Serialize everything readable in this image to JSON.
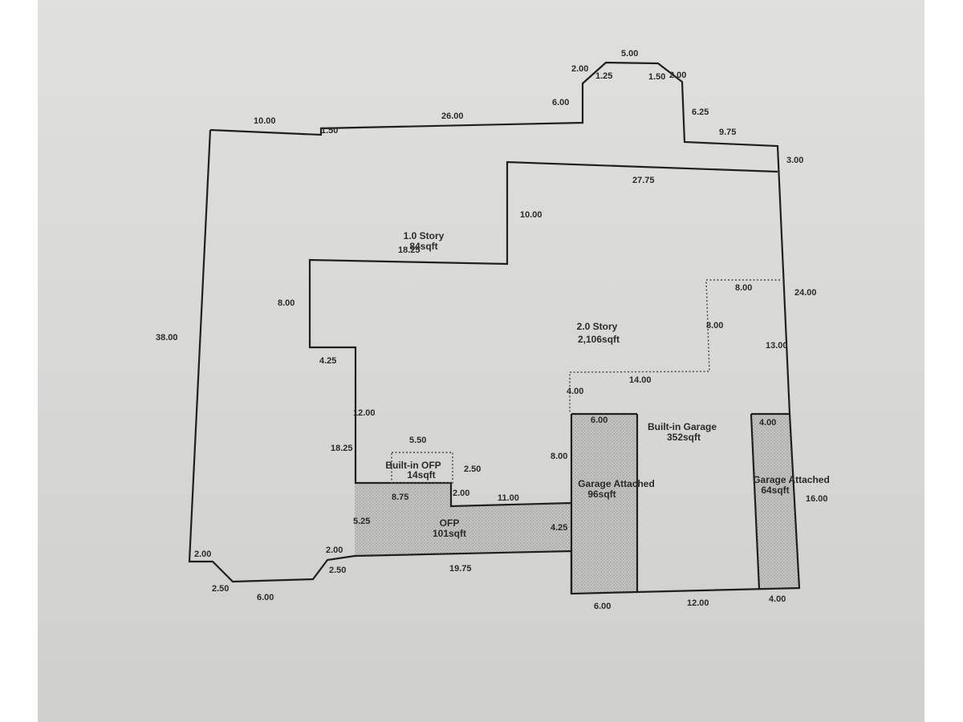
{
  "colors": {
    "paper": "#dcdcd8",
    "line": "#1f1f1f",
    "hatch": "#b5b5b2"
  },
  "dimensions": {
    "top_10": "10.00",
    "top_1_50a": "1.50",
    "top_26": "26.00",
    "top_6": "6.00",
    "bay_2a": "2.00",
    "bay_1_25": "1.25",
    "bay_5": "5.00",
    "bay_1_50b": "1.50",
    "bay_2b": "2.00",
    "right_6_25": "6.25",
    "right_9_75": "9.75",
    "right_3": "3.00",
    "inner_27_75": "27.75",
    "inner_10": "10.00",
    "inner_18_25": "18.25",
    "left_8": "8.00",
    "left_38": "38.00",
    "left_4_25": "4.25",
    "right_24": "24.00",
    "dot_8a": "8.00",
    "dot_8b": "8.00",
    "right_13": "13.00",
    "dot_14": "14.00",
    "dot_4": "4.00",
    "left_12": "12.00",
    "left_18_25": "18.25",
    "fp_5_50": "5.50",
    "fp_2_50": "2.50",
    "gar_6a": "6.00",
    "gar_4a": "4.00",
    "gar_8": "8.00",
    "ofp_8_75": "8.75",
    "ofp_2": "2.00",
    "ofp_11": "11.00",
    "ofp_5_25": "5.25",
    "ofp_4_25": "4.25",
    "right_16": "16.00",
    "bl_2a": "2.00",
    "bl_2b": "2.00",
    "bl_2_50a": "2.50",
    "bl_6": "6.00",
    "bl_2_50b": "2.50",
    "bot_19_75": "19.75",
    "bot_6": "6.00",
    "bot_12": "12.00",
    "bot_4": "4.00"
  },
  "areas": {
    "one_story_label": "1.0 Story",
    "one_story_sqft": "84sqft",
    "two_story_label": "2.0 Story",
    "two_story_sqft": "2,106sqft",
    "builtin_ofp_label": "Built-in OFP",
    "builtin_ofp_sqft": "14sqft",
    "ofp_label": "OFP",
    "ofp_sqft": "101sqft",
    "builtin_garage_label": "Built-in Garage",
    "builtin_garage_sqft": "352sqft",
    "garage_att_1_label": "Garage Attached",
    "garage_att_1_sqft": "96sqft",
    "garage_att_2_label": "Garage Attached",
    "garage_att_2_sqft": "64sqft"
  }
}
